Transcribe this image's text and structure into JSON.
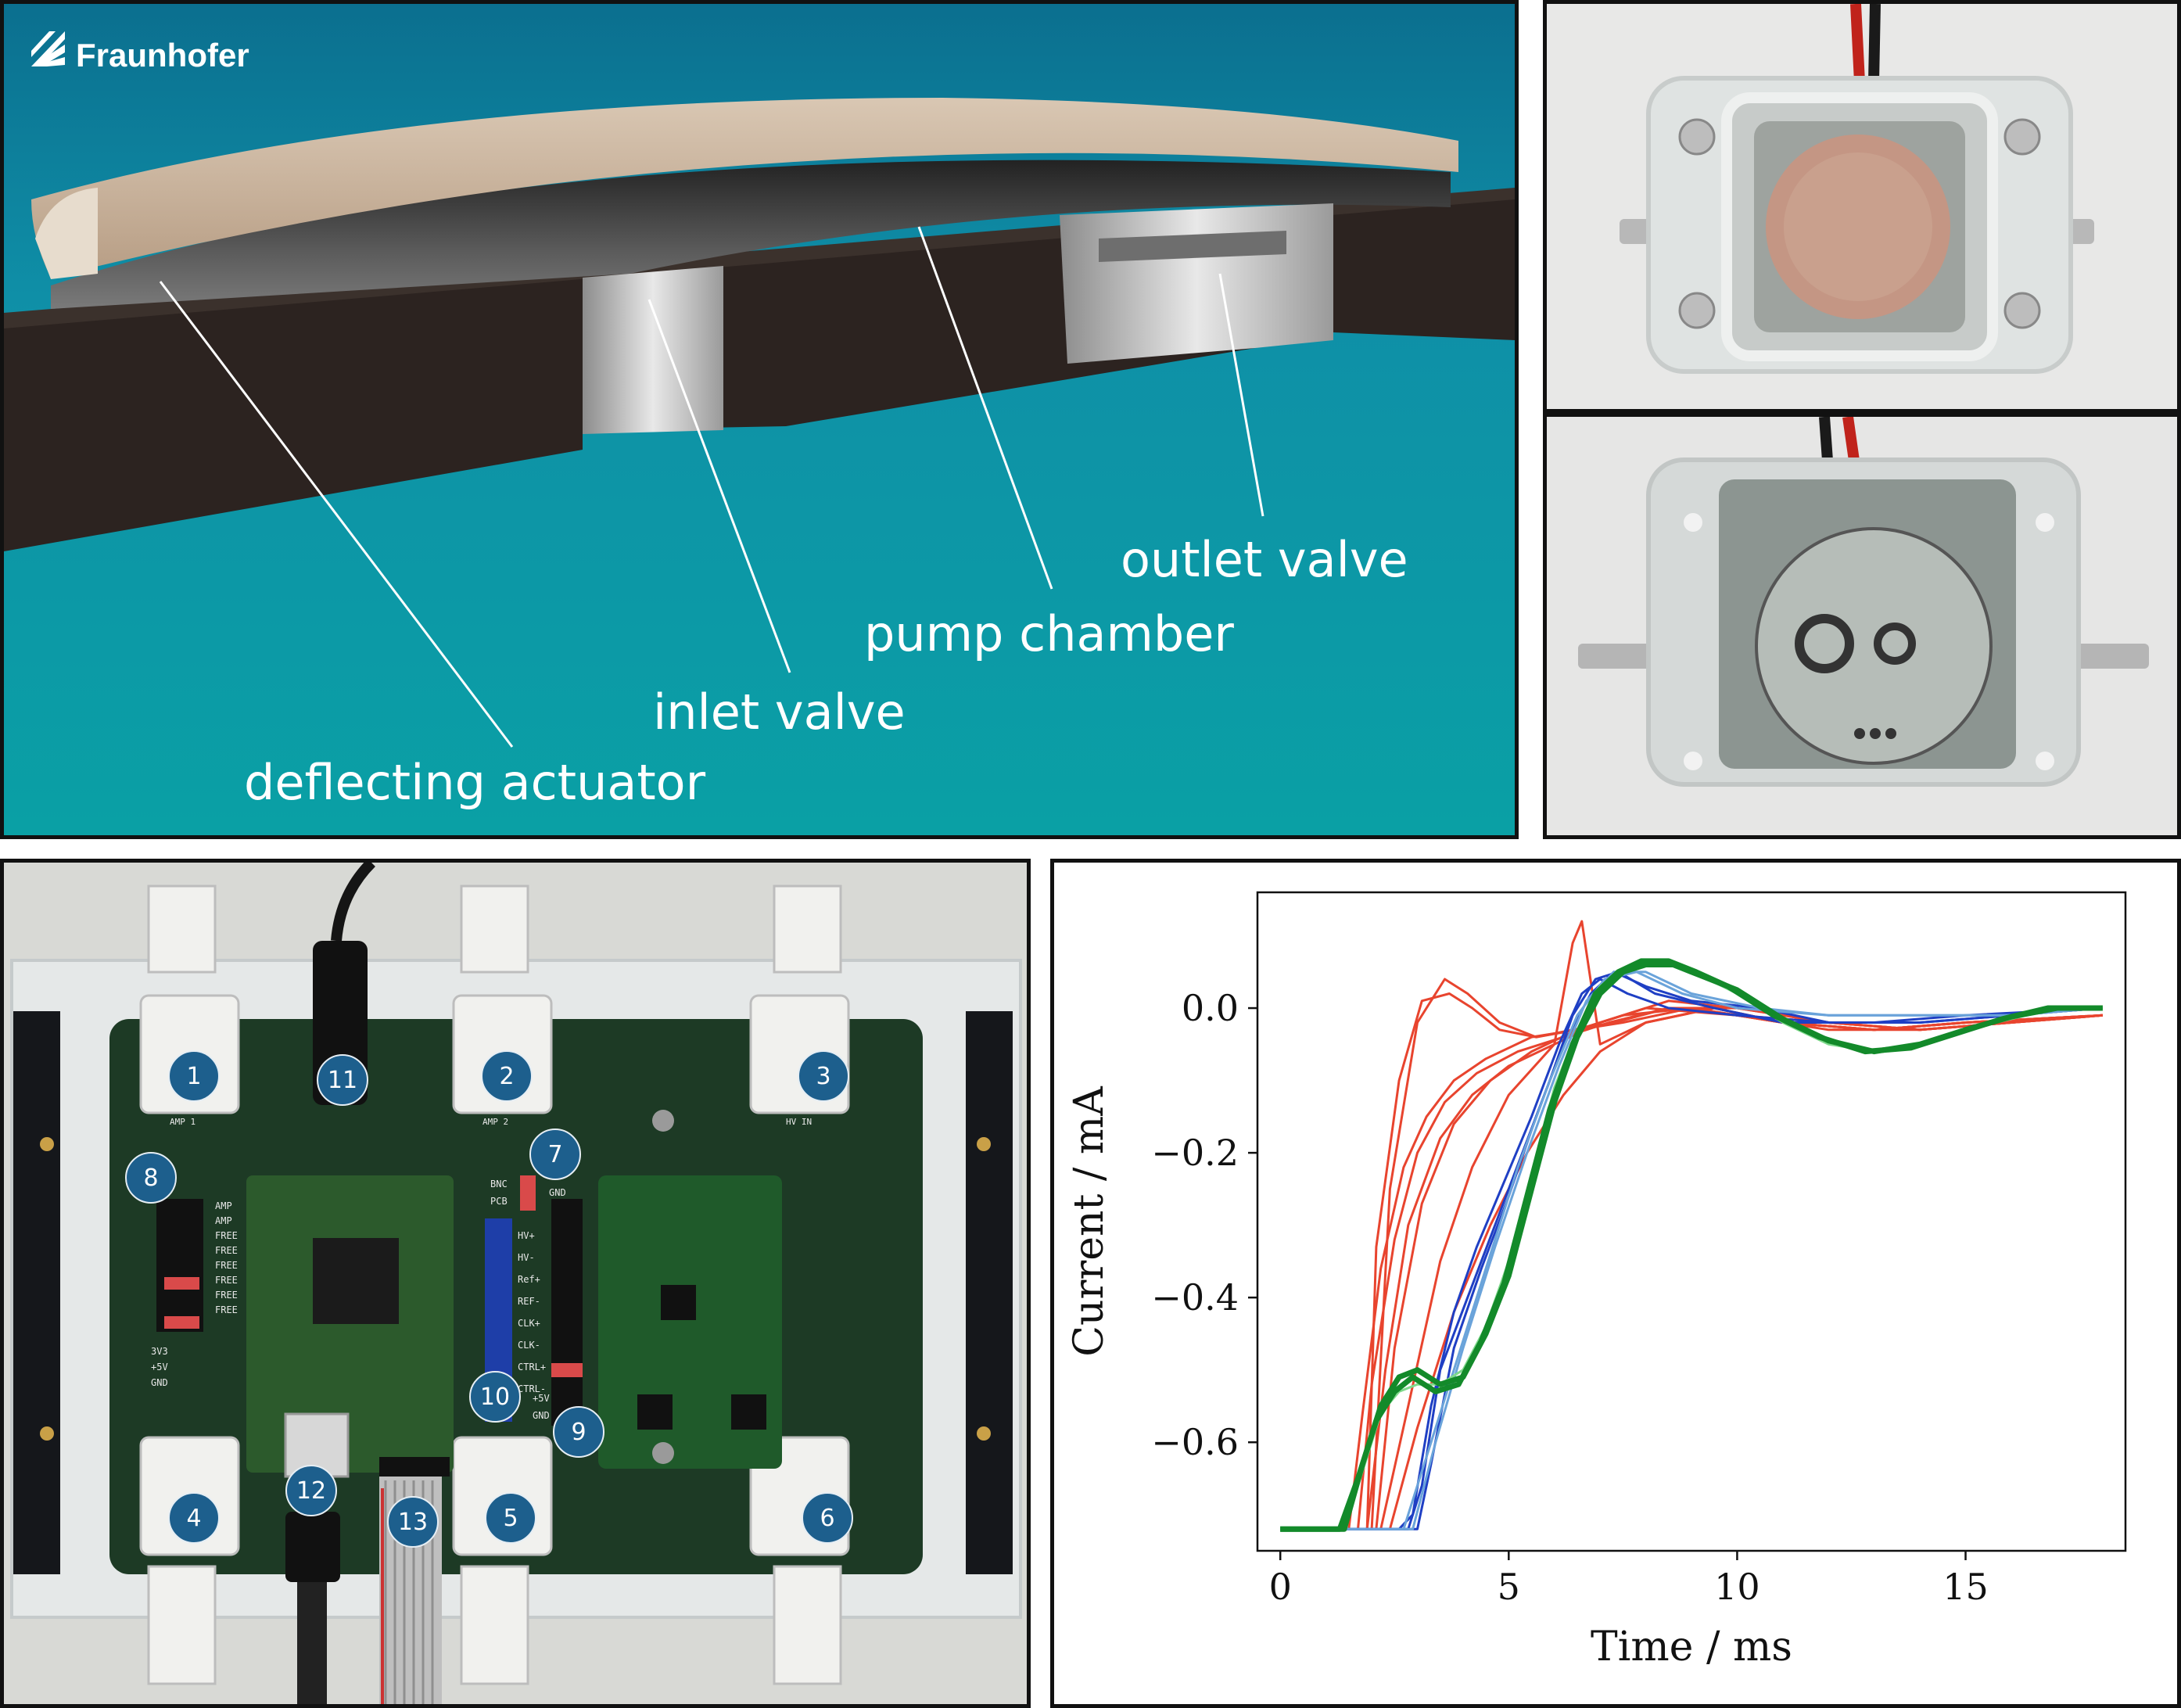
{
  "figure": {
    "render": {
      "brand": "Fraunhofer",
      "labels": {
        "outlet_valve": "outlet valve",
        "pump_chamber": "pump chamber",
        "inlet_valve": "inlet valve",
        "deflecting_actuator": "deflecting actuator"
      }
    },
    "pcb": {
      "badges": [
        "1",
        "2",
        "3",
        "4",
        "5",
        "6",
        "7",
        "8",
        "9",
        "10",
        "11",
        "12",
        "13"
      ],
      "silk": {
        "header_left": [
          "AMP",
          "AMP",
          "FREE",
          "FREE",
          "FREE",
          "FREE",
          "FREE",
          "FREE"
        ],
        "header_right": [
          "HV+",
          "HV-",
          "Ref+",
          "REF-",
          "CLK+",
          "CLK-",
          "CTRL+",
          "CTRL-"
        ],
        "power": [
          "3V3",
          "+5V",
          "GND"
        ],
        "power_right": [
          "+5V",
          "GND"
        ],
        "jumper": [
          "BNC",
          "PCB"
        ],
        "gnd_top": "GND",
        "connector_labels": [
          "AMP 1",
          "AMP 2",
          "HV IN"
        ]
      }
    }
  },
  "chart_data": {
    "type": "line",
    "title": "",
    "xlabel": "Time / ms",
    "ylabel": "Current / mA",
    "xlim": [
      -0.5,
      18.5
    ],
    "ylim": [
      -0.75,
      0.16
    ],
    "xticks": [
      0,
      5,
      10,
      15
    ],
    "yticks": [
      0.0,
      -0.2,
      -0.4,
      -0.6
    ],
    "xtick_labels": [
      "0",
      "5",
      "10",
      "15"
    ],
    "ytick_labels": [
      "0.0",
      "−0.2",
      "−0.4",
      "−0.6"
    ],
    "grid": false,
    "legend": "none",
    "colors": {
      "red": "#e8442e",
      "blue": "#1f3fc4",
      "lightblue": "#6aa3da",
      "green": "#138a2a",
      "lightgreen": "#7fd98c"
    },
    "series": [
      {
        "color": "red",
        "x": [
          0,
          1.5,
          1.8,
          2.2,
          2.7,
          3.2,
          3.8,
          4.5,
          5.5,
          6.5,
          7.5,
          8.5,
          10,
          12,
          14,
          16,
          18
        ],
        "y": [
          -0.72,
          -0.72,
          -0.56,
          -0.36,
          -0.22,
          -0.15,
          -0.1,
          -0.07,
          -0.04,
          -0.03,
          -0.01,
          0.01,
          0.0,
          -0.02,
          -0.03,
          -0.02,
          -0.01
        ]
      },
      {
        "color": "red",
        "x": [
          0,
          1.7,
          2.0,
          2.5,
          3.0,
          3.6,
          4.3,
          5.2,
          6.2,
          7.2,
          8.5,
          10,
          12,
          14,
          16,
          18
        ],
        "y": [
          -0.72,
          -0.72,
          -0.52,
          -0.32,
          -0.2,
          -0.13,
          -0.09,
          -0.06,
          -0.04,
          -0.02,
          0.0,
          -0.01,
          -0.02,
          -0.03,
          -0.02,
          -0.01
        ]
      },
      {
        "color": "red",
        "x": [
          0,
          1.9,
          2.3,
          2.8,
          3.5,
          4.2,
          5.0,
          6.0,
          7.0,
          8.0,
          10,
          12,
          14,
          16,
          18
        ],
        "y": [
          -0.72,
          -0.72,
          -0.5,
          -0.3,
          -0.18,
          -0.12,
          -0.08,
          -0.05,
          -0.02,
          0.0,
          -0.01,
          -0.03,
          -0.03,
          -0.02,
          -0.01
        ]
      },
      {
        "color": "red",
        "x": [
          0,
          2.1,
          2.5,
          3.1,
          3.8,
          4.6,
          5.5,
          6.5,
          7.5,
          9,
          11,
          13,
          15,
          18
        ],
        "y": [
          -0.72,
          -0.72,
          -0.47,
          -0.27,
          -0.16,
          -0.1,
          -0.06,
          -0.03,
          -0.01,
          0.0,
          -0.02,
          -0.03,
          -0.02,
          -0.01
        ]
      },
      {
        "color": "red",
        "x": [
          0,
          1.9,
          2.1,
          2.6,
          3.1,
          3.7,
          4.2,
          4.8,
          5.6,
          6.4,
          7.3,
          8.5,
          10,
          12,
          14,
          16,
          18
        ],
        "y": [
          -0.72,
          -0.72,
          -0.33,
          -0.1,
          0.01,
          0.02,
          0.0,
          -0.03,
          -0.04,
          -0.03,
          -0.02,
          0.0,
          0.0,
          -0.02,
          -0.03,
          -0.02,
          -0.01
        ]
      },
      {
        "color": "red",
        "x": [
          0,
          2.0,
          2.4,
          3.0,
          3.6,
          4.1,
          4.8,
          5.6,
          6.5,
          7.5,
          9,
          11,
          13,
          15,
          18
        ],
        "y": [
          -0.72,
          -0.72,
          -0.25,
          -0.02,
          0.04,
          0.02,
          -0.02,
          -0.04,
          -0.03,
          -0.02,
          0.0,
          -0.02,
          -0.03,
          -0.02,
          -0.01
        ]
      },
      {
        "color": "red",
        "x": [
          0,
          2.2,
          2.8,
          3.5,
          4.2,
          5.0,
          6.0,
          6.4,
          6.6,
          7.0,
          8.0,
          9.5,
          11,
          13,
          15,
          18
        ],
        "y": [
          -0.72,
          -0.72,
          -0.55,
          -0.35,
          -0.22,
          -0.12,
          -0.05,
          0.09,
          0.12,
          -0.05,
          -0.02,
          0.0,
          -0.02,
          -0.03,
          -0.02,
          -0.01
        ]
      },
      {
        "color": "red",
        "x": [
          0,
          2.4,
          3.0,
          3.8,
          4.6,
          5.4,
          6.2,
          7.0,
          8.0,
          9.5,
          11,
          13,
          15,
          18
        ],
        "y": [
          -0.72,
          -0.72,
          -0.58,
          -0.42,
          -0.3,
          -0.2,
          -0.12,
          -0.06,
          -0.02,
          0.0,
          -0.02,
          -0.03,
          -0.02,
          -0.01
        ]
      },
      {
        "color": "blue",
        "x": [
          0,
          2.6,
          2.9,
          3.3,
          3.8,
          4.3,
          4.9,
          5.5,
          6.1,
          6.6,
          7.0,
          7.6,
          8.5,
          10,
          12,
          14,
          16,
          18
        ],
        "y": [
          -0.72,
          -0.72,
          -0.7,
          -0.55,
          -0.42,
          -0.33,
          -0.24,
          -0.15,
          -0.05,
          0.02,
          0.04,
          0.02,
          0.0,
          -0.01,
          -0.02,
          -0.02,
          -0.01,
          0.0
        ]
      },
      {
        "color": "blue",
        "x": [
          0,
          2.8,
          3.1,
          3.5,
          4.1,
          4.7,
          5.3,
          5.9,
          6.4,
          6.9,
          7.4,
          8.2,
          9.5,
          11,
          13,
          15,
          18
        ],
        "y": [
          -0.72,
          -0.72,
          -0.66,
          -0.5,
          -0.4,
          -0.3,
          -0.2,
          -0.1,
          -0.01,
          0.04,
          0.05,
          0.02,
          0.0,
          -0.02,
          -0.02,
          -0.01,
          0.0
        ]
      },
      {
        "color": "blue",
        "x": [
          0,
          3.0,
          3.3,
          3.8,
          4.4,
          5.0,
          5.6,
          6.2,
          6.8,
          7.3,
          8.0,
          9.0,
          10.5,
          12,
          14,
          16,
          18
        ],
        "y": [
          -0.72,
          -0.72,
          -0.63,
          -0.47,
          -0.36,
          -0.26,
          -0.15,
          -0.05,
          0.02,
          0.05,
          0.03,
          0.01,
          0.0,
          -0.02,
          -0.02,
          -0.01,
          0.0
        ]
      },
      {
        "color": "lightblue",
        "x": [
          0,
          2.7,
          3.2,
          3.8,
          4.5,
          5.2,
          5.9,
          6.5,
          7.1,
          7.8,
          8.8,
          10,
          12,
          14,
          16,
          18
        ],
        "y": [
          -0.72,
          -0.72,
          -0.62,
          -0.5,
          -0.36,
          -0.22,
          -0.1,
          -0.01,
          0.04,
          0.05,
          0.02,
          0.0,
          -0.01,
          -0.01,
          -0.01,
          0.0
        ]
      },
      {
        "color": "lightblue",
        "x": [
          0,
          2.9,
          3.4,
          4.0,
          4.7,
          5.4,
          6.1,
          6.7,
          7.3,
          8.0,
          9.0,
          10.5,
          12,
          14,
          16,
          18
        ],
        "y": [
          -0.72,
          -0.72,
          -0.6,
          -0.47,
          -0.33,
          -0.2,
          -0.08,
          0.01,
          0.05,
          0.05,
          0.02,
          0.0,
          -0.01,
          -0.01,
          -0.01,
          0.0
        ]
      },
      {
        "color": "lightgreen",
        "x": [
          0,
          1.4,
          1.8,
          2.2,
          2.6,
          3.0,
          3.5,
          4.0,
          4.5,
          5.0,
          5.5,
          6.0,
          6.5,
          7.0,
          7.5,
          8.0,
          8.6,
          9.2,
          10,
          11,
          12,
          13,
          14,
          15,
          16,
          17,
          18
        ],
        "y": [
          -0.72,
          -0.72,
          -0.64,
          -0.56,
          -0.53,
          -0.52,
          -0.52,
          -0.5,
          -0.44,
          -0.35,
          -0.23,
          -0.11,
          -0.03,
          0.03,
          0.055,
          0.065,
          0.06,
          0.045,
          0.02,
          -0.02,
          -0.05,
          -0.06,
          -0.05,
          -0.03,
          -0.015,
          0.0,
          0.0
        ]
      },
      {
        "color": "green",
        "x": [
          0,
          1.3,
          1.7,
          2.1,
          2.5,
          2.9,
          3.4,
          3.9,
          4.4,
          4.9,
          5.4,
          5.9,
          6.4,
          6.9,
          7.4,
          7.9,
          8.5,
          9.1,
          9.8,
          10.8,
          11.8,
          12.8,
          13.8,
          14.8,
          15.8,
          16.8,
          18
        ],
        "y": [
          -0.72,
          -0.72,
          -0.65,
          -0.57,
          -0.53,
          -0.51,
          -0.53,
          -0.52,
          -0.46,
          -0.38,
          -0.26,
          -0.14,
          -0.05,
          0.02,
          0.05,
          0.065,
          0.065,
          0.05,
          0.03,
          -0.01,
          -0.04,
          -0.06,
          -0.055,
          -0.035,
          -0.015,
          0.0,
          0.0
        ]
      },
      {
        "color": "green",
        "x": [
          0,
          1.4,
          1.8,
          2.2,
          2.6,
          3.0,
          3.5,
          4.0,
          4.5,
          5.0,
          5.5,
          6.0,
          6.5,
          7.0,
          7.5,
          8.0,
          8.6,
          9.2,
          10,
          11,
          12,
          13,
          14,
          15,
          16,
          17,
          18
        ],
        "y": [
          -0.72,
          -0.72,
          -0.63,
          -0.55,
          -0.51,
          -0.5,
          -0.52,
          -0.51,
          -0.45,
          -0.37,
          -0.25,
          -0.13,
          -0.04,
          0.02,
          0.05,
          0.06,
          0.06,
          0.045,
          0.025,
          -0.015,
          -0.045,
          -0.06,
          -0.05,
          -0.03,
          -0.012,
          0.0,
          0.0
        ]
      }
    ]
  }
}
